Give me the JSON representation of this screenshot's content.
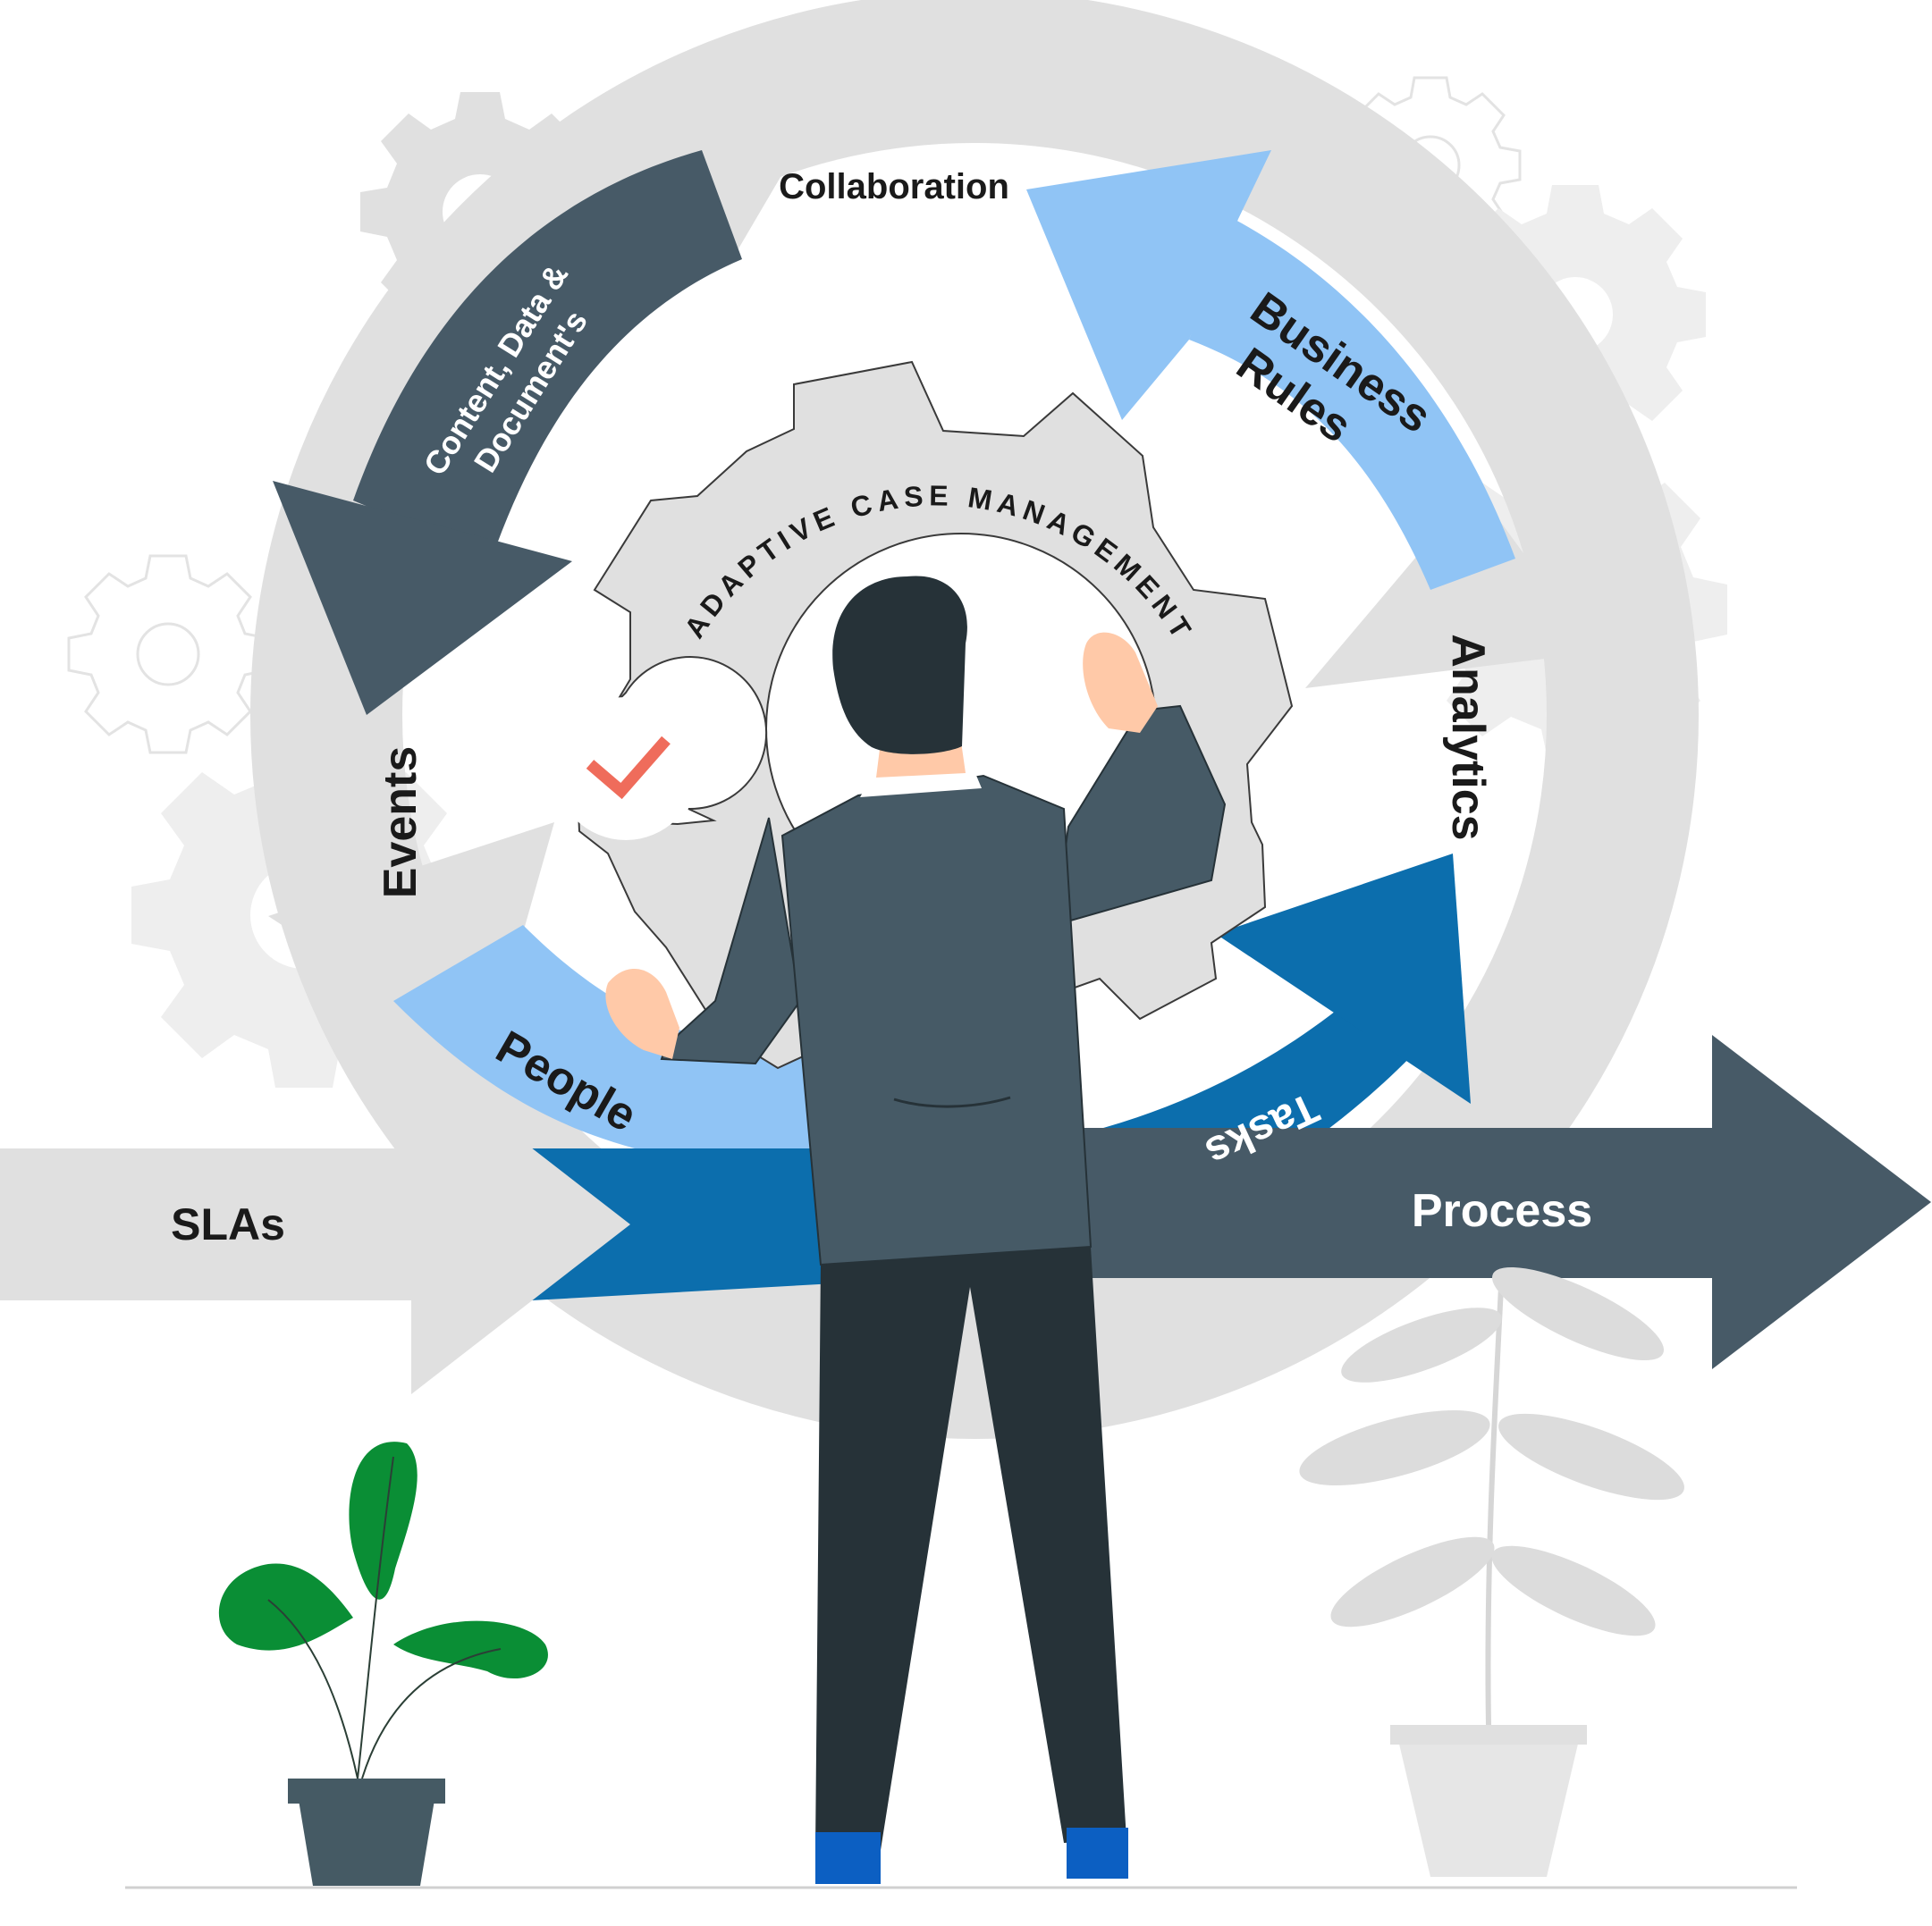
{
  "diagram": {
    "center_label": "ADAPTIVE CASE MANAGEMENT",
    "segments": [
      {
        "id": "collaboration",
        "label": "Collaboration"
      },
      {
        "id": "business-rules",
        "label_line1": "Business",
        "label_line2": "Rules"
      },
      {
        "id": "analytics",
        "label": "Analytics"
      },
      {
        "id": "tasks",
        "label": "Tasks"
      },
      {
        "id": "people",
        "label": "People"
      },
      {
        "id": "events",
        "label": "Events"
      },
      {
        "id": "content",
        "label_line1": "Content, Data &",
        "label_line2": "Document's"
      }
    ],
    "input_arrow": {
      "label": "SLAs"
    },
    "output_arrow": {
      "label": "Process"
    }
  },
  "colors": {
    "light_gray": "#e0e0e0",
    "slate": "#475a67",
    "light_blue": "#90c4f5",
    "dark_blue": "#0c6ead",
    "suit": "#465a66",
    "hair": "#263238",
    "skin": "#ffc9a8",
    "check": "#ef6c5b",
    "plant_green": "#0a8e35",
    "pot": "#455a64",
    "bg_gear": "#efefef"
  },
  "icons": [
    "gear-icon",
    "check-icon",
    "plant-icon"
  ]
}
